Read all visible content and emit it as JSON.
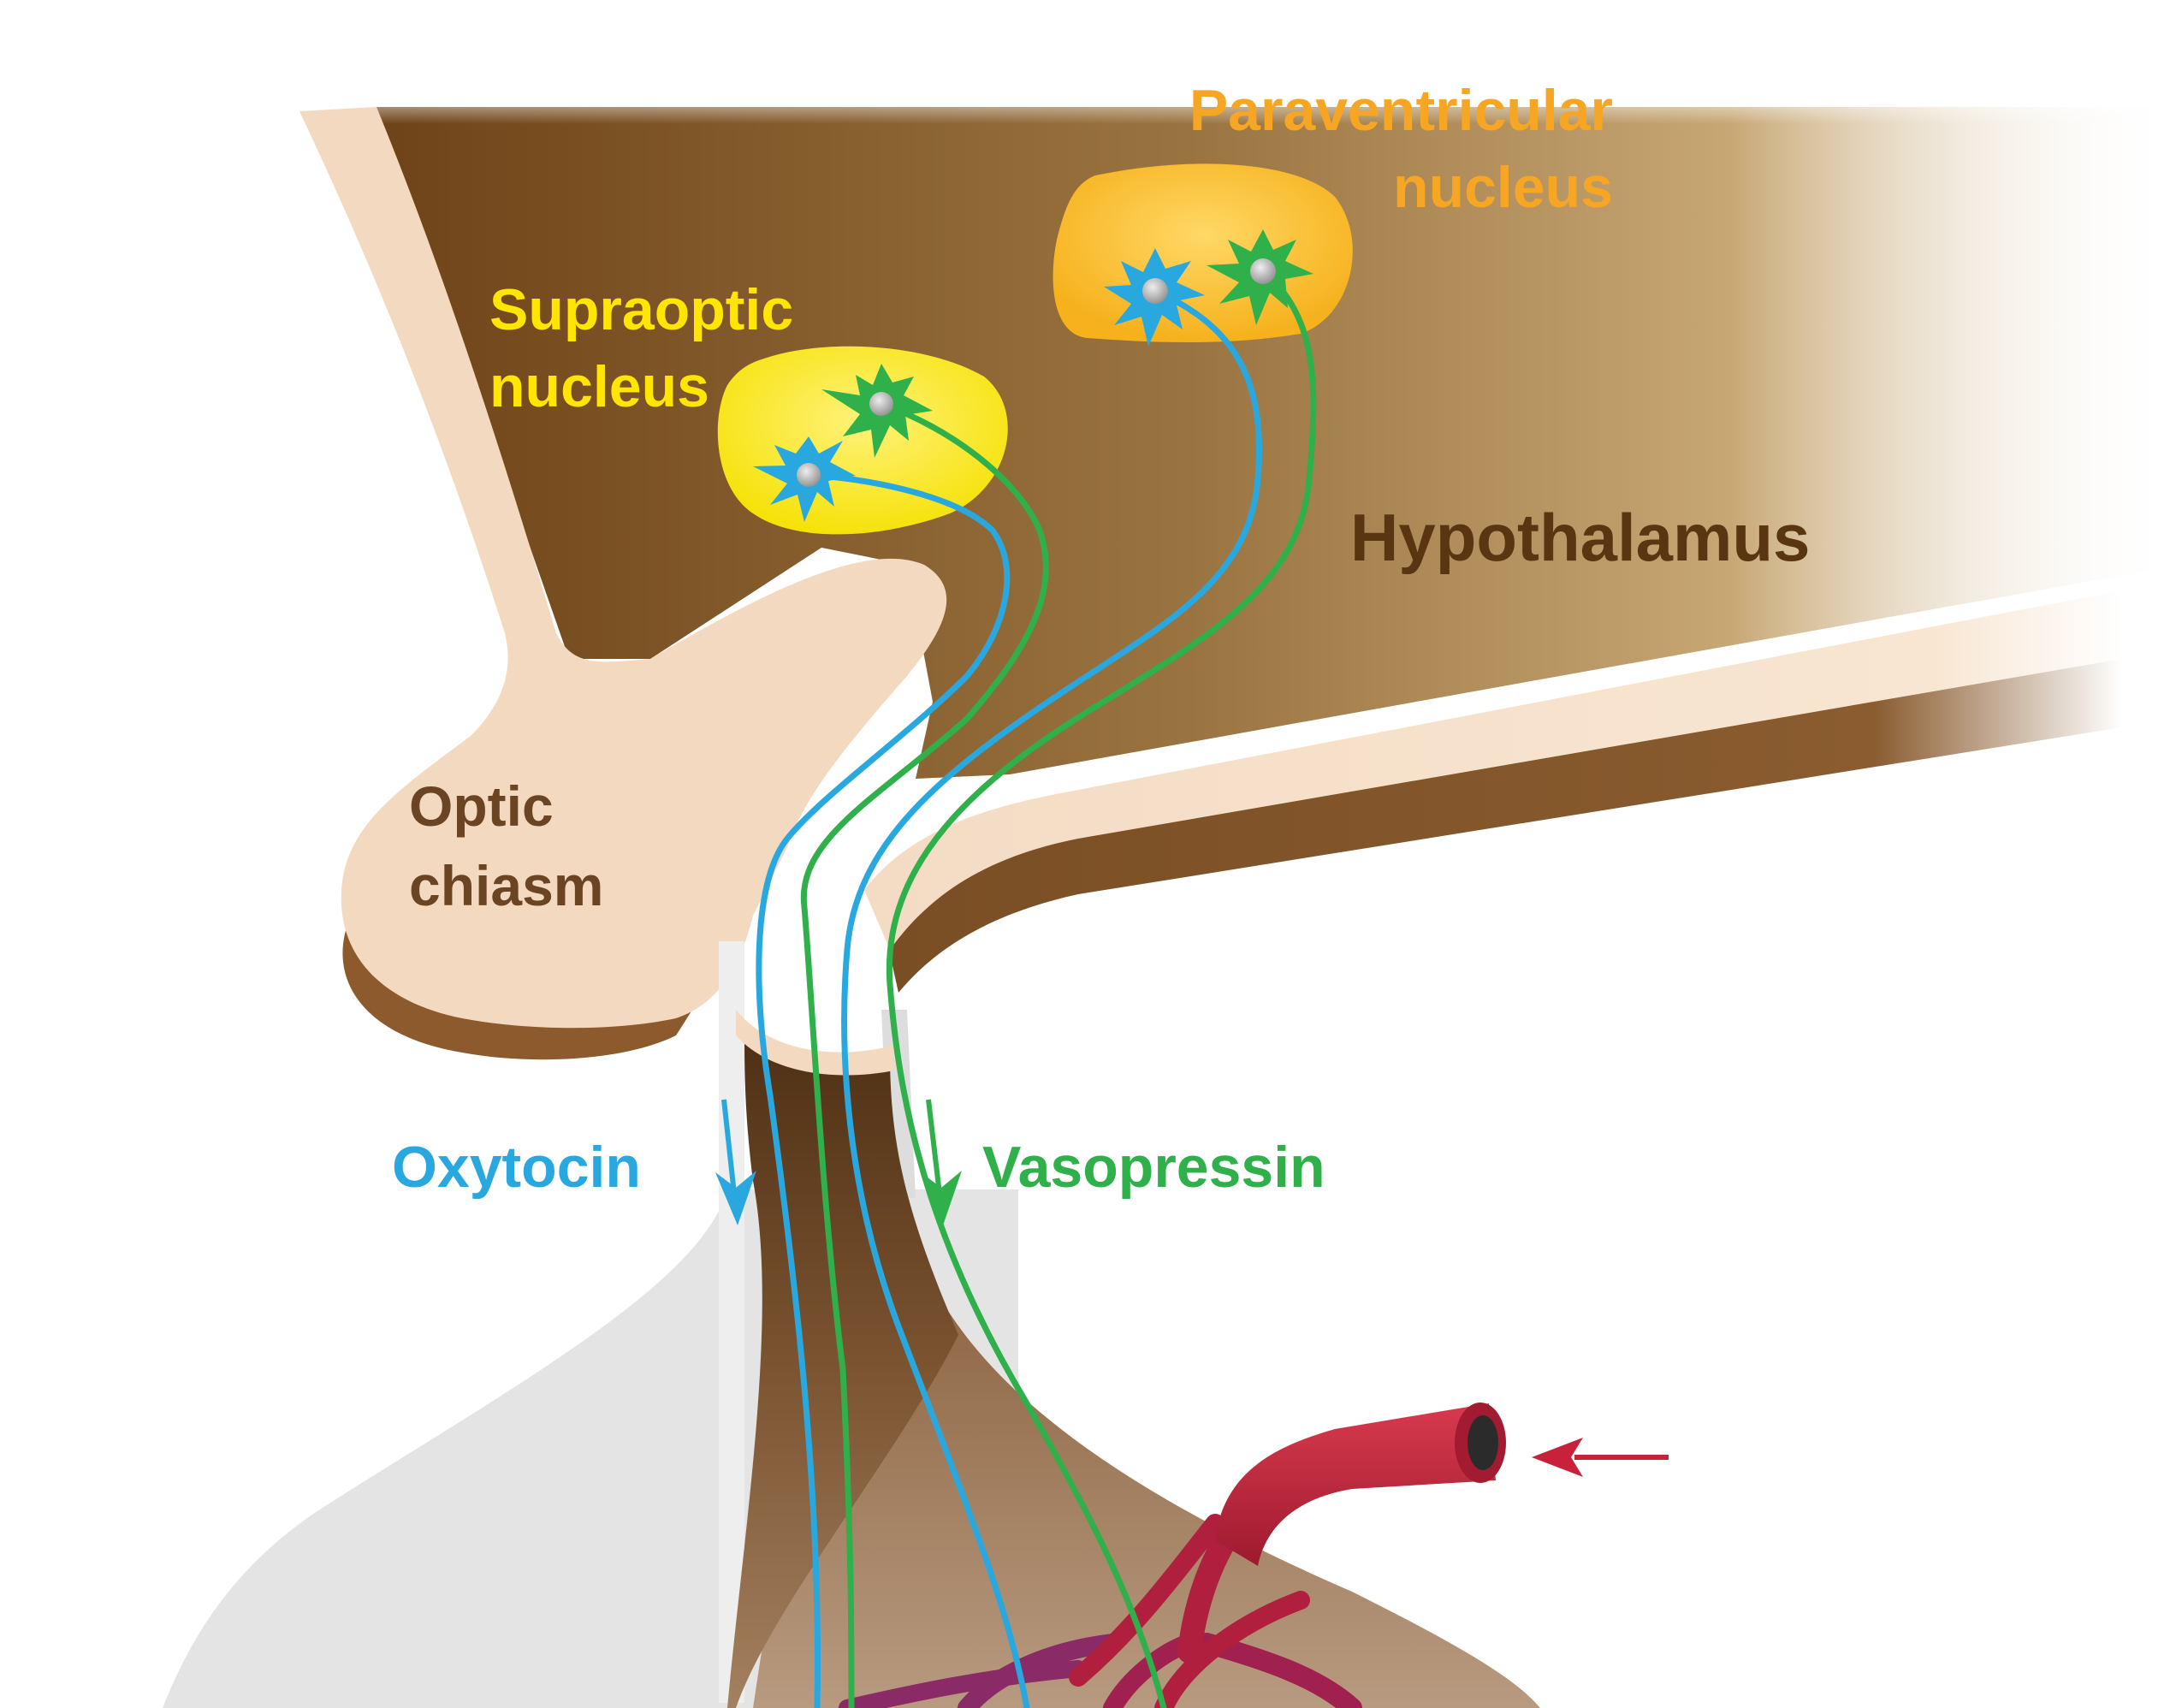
{
  "labels": {
    "paraventricular_line1": "Paraventricular",
    "paraventricular_line2": "nucleus",
    "supraoptic_line1": "Supraoptic",
    "supraoptic_line2": "nucleus",
    "hypothalamus": "Hypothalamus",
    "optic_line1": "Optic",
    "optic_line2": "chiasm",
    "oxytocin": "Oxytocin",
    "vasopressin": "Vasopressin"
  },
  "colors": {
    "paraventricular": "#f6a623",
    "supraoptic": "#ffe600",
    "hypothalamus_text": "#5a3512",
    "optic_text": "#6b4423",
    "oxytocin": "#29a8e0",
    "vasopressin": "#2fb04a",
    "artery": "#c8223a",
    "arrow_red": "#c8223a"
  }
}
